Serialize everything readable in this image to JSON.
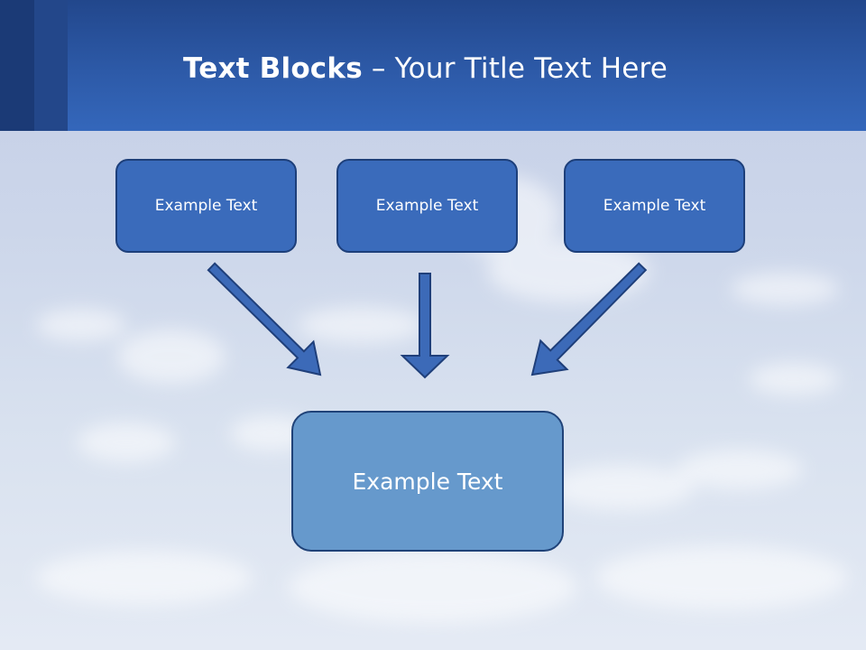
{
  "title": {
    "bold": "Text Blocks",
    "rest": " – Your Title Text Here"
  },
  "blocks": [
    {
      "label": "Example Text"
    },
    {
      "label": "Example Text"
    },
    {
      "label": "Example Text"
    }
  ],
  "target": {
    "label": "Example Text"
  },
  "colors": {
    "header": "#2d5aa8",
    "box": "#3a6bbb",
    "target_box": "#6699cc",
    "arrow_fill": "#3c6ab8",
    "arrow_stroke": "#1f3f7a"
  }
}
